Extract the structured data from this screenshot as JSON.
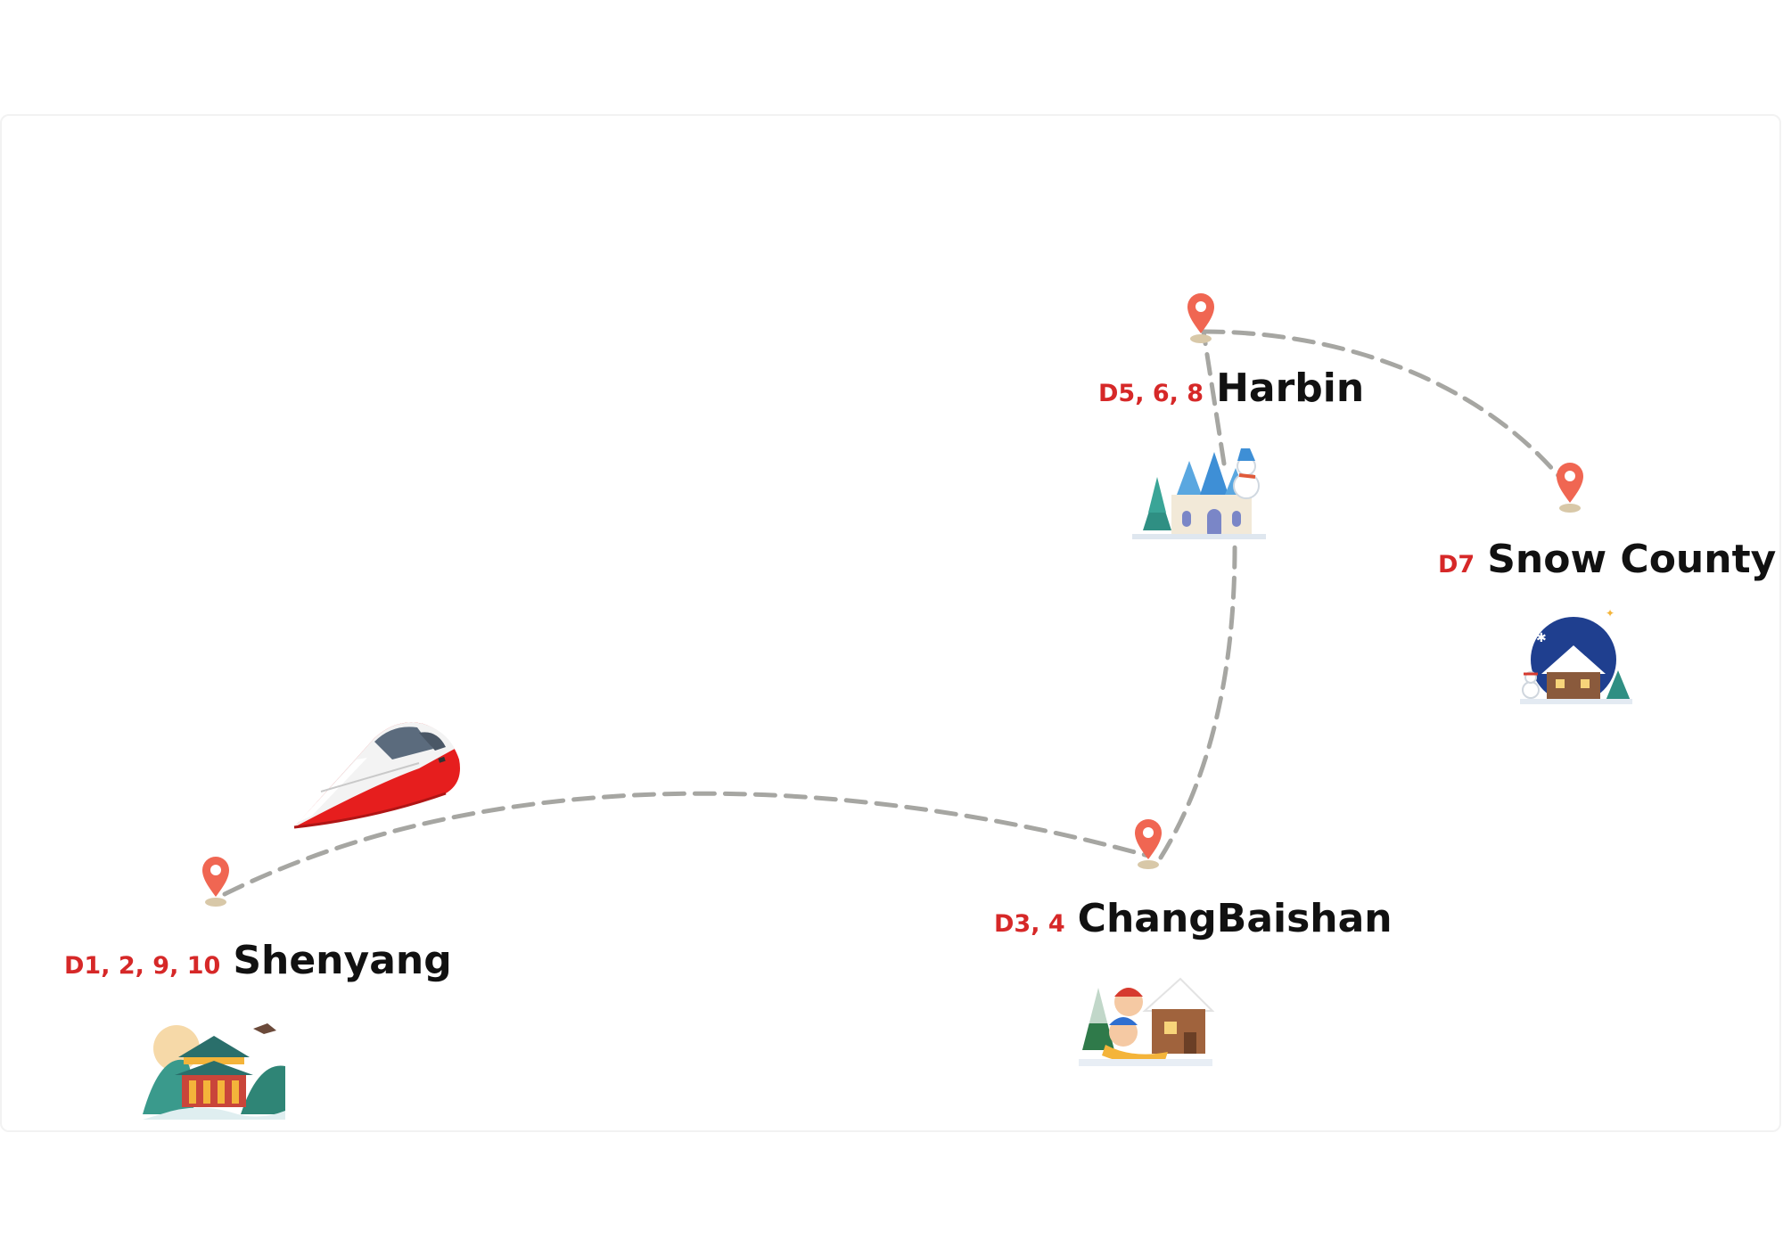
{
  "colors": {
    "route": "#a6a6a2",
    "pin": "#f06652",
    "pin_shadow": "#d8c8a8",
    "days": "#d62828",
    "city": "#111111",
    "train_red": "#e61e1e",
    "train_window": "#5b6b7d"
  },
  "destinations": [
    {
      "id": "shenyang",
      "days": "D1, 2, 9, 10",
      "name": "Shenyang",
      "illustration": "palace-illustration-icon"
    },
    {
      "id": "changbaishan",
      "days": "D3, 4",
      "name": "ChangBaishan",
      "illustration": "snow-cabin-kids-illustration-icon"
    },
    {
      "id": "harbin",
      "days": "D5, 6, 8",
      "name": "Harbin",
      "illustration": "ice-castle-snowman-illustration-icon"
    },
    {
      "id": "snowcounty",
      "days": "D7",
      "name": "Snow County",
      "illustration": "snow-house-moon-illustration-icon"
    }
  ],
  "route_order": [
    "shenyang",
    "changbaishan",
    "harbin",
    "snowcounty"
  ],
  "vehicle": "high-speed-train-icon"
}
